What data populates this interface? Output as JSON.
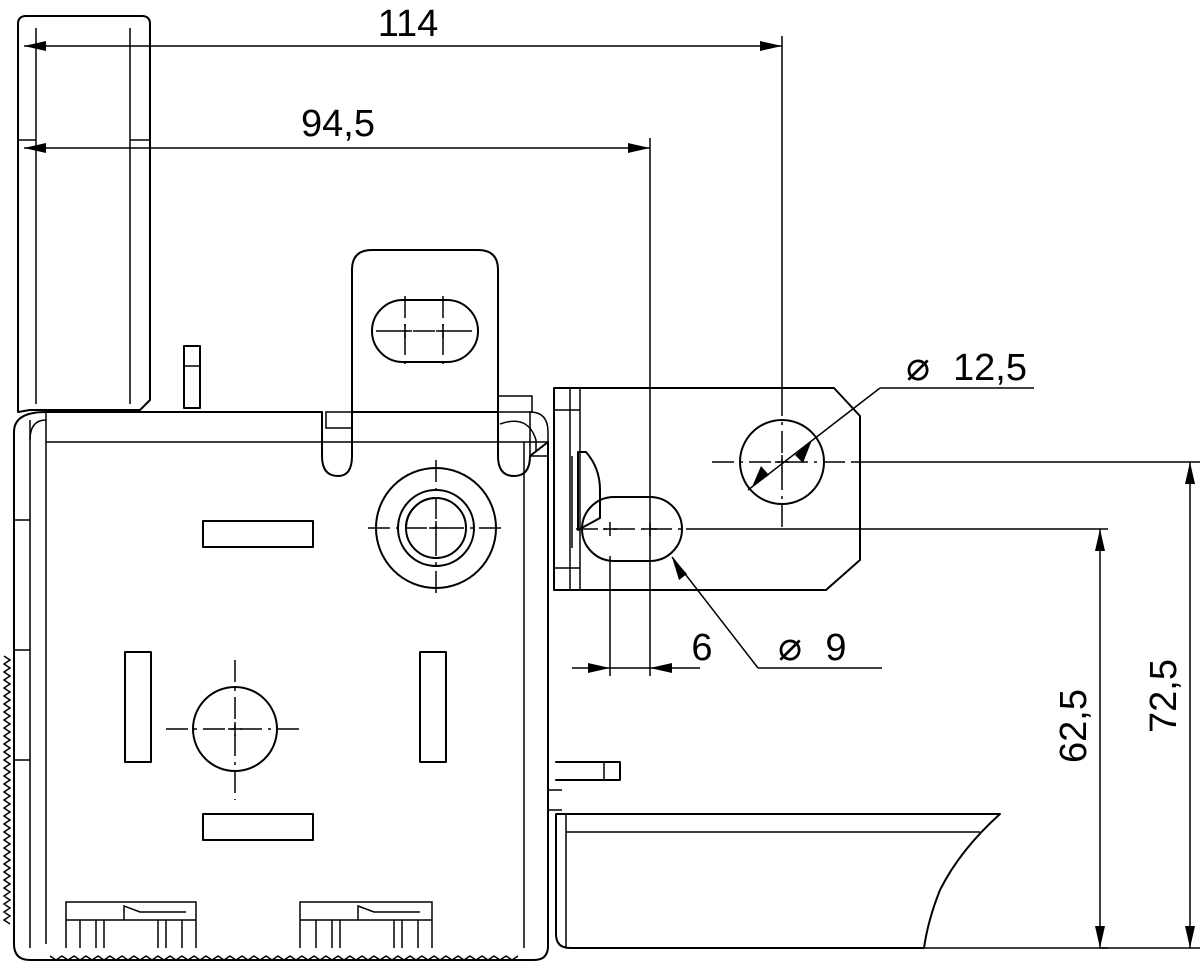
{
  "dimensions": {
    "overall_width": "114",
    "width_to_hole": "94,5",
    "hole_offset": "6",
    "height_small_hole": "62,5",
    "height_large_hole": "72,5"
  },
  "holes": {
    "large_diameter": "12,5",
    "small_diameter": "9",
    "diameter_symbol": "⌀"
  }
}
